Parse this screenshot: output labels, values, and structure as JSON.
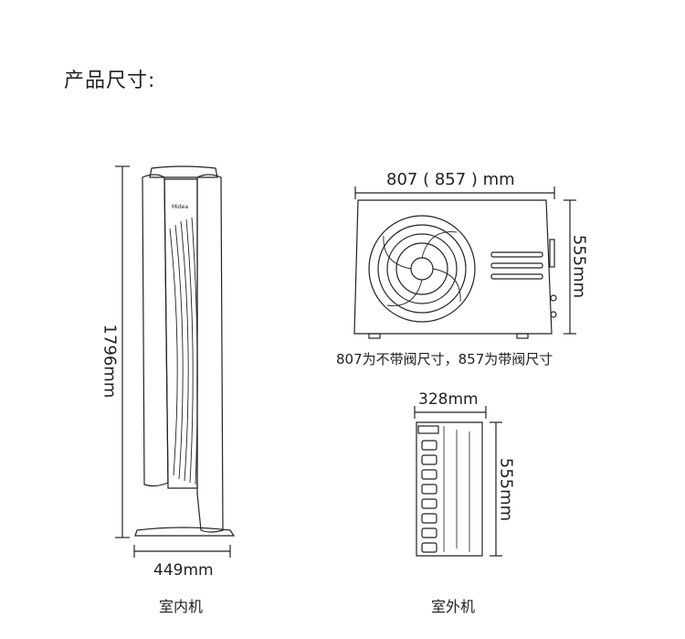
{
  "heading": "产品尺寸:",
  "indoor": {
    "height_label": "1796mm",
    "width_label": "449mm",
    "caption": "室内机",
    "logo_text": "Midea"
  },
  "outdoor": {
    "width_label": "807 ( 857 ) mm",
    "height_label": "555mm",
    "note": "807为不带阀尺寸，857为带阀尺寸",
    "depth_label": "328mm",
    "side_height_label": "555mm",
    "caption": "室外机"
  }
}
